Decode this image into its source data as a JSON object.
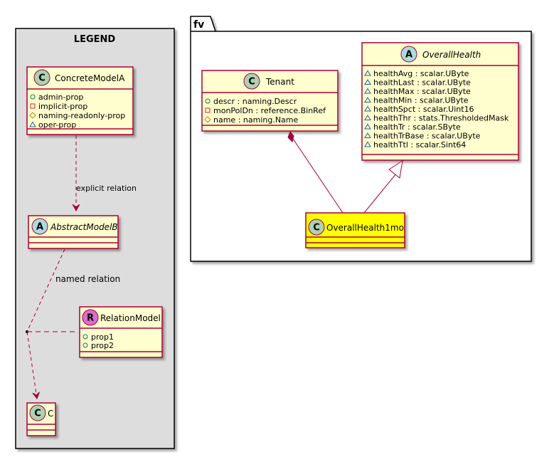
{
  "legend": {
    "title": "LEGEND",
    "concrete_model": {
      "stereo": "C",
      "name": "ConcreteModelA",
      "attributes": [
        {
          "vis": "public",
          "text": "admin-prop"
        },
        {
          "vis": "private",
          "text": "implicit-prop"
        },
        {
          "vis": "protected",
          "text": "naming-readonly-prop"
        },
        {
          "vis": "package",
          "text": "oper-prop"
        }
      ]
    },
    "abstract_model": {
      "stereo": "A",
      "name": "AbstractModelB"
    },
    "relation_model": {
      "stereo": "R",
      "name": "RelationModel",
      "attributes": [
        {
          "vis": "public",
          "text": "prop1"
        },
        {
          "vis": "public",
          "text": "prop2"
        }
      ]
    },
    "class_c": {
      "stereo": "C",
      "name": "C"
    },
    "explicit_relation_label": "explicit relation",
    "named_relation_label": "named relation"
  },
  "package": {
    "name": "fv",
    "tenant": {
      "stereo": "C",
      "name": "Tenant",
      "attributes": [
        {
          "vis": "public",
          "text": "descr : naming.Descr"
        },
        {
          "vis": "private",
          "text": "monPolDn : reference.BinRef"
        },
        {
          "vis": "protected",
          "text": "name : naming.Name"
        }
      ]
    },
    "overall_health": {
      "stereo": "A",
      "name": "OverallHealth",
      "attributes": [
        {
          "vis": "package",
          "text": "healthAvg : scalar.UByte"
        },
        {
          "vis": "package",
          "text": "healthLast : scalar.UByte"
        },
        {
          "vis": "package",
          "text": "healthMax : scalar.UByte"
        },
        {
          "vis": "package",
          "text": "healthMin : scalar.UByte"
        },
        {
          "vis": "package",
          "text": "healthSpct : scalar.Uint16"
        },
        {
          "vis": "package",
          "text": "healthThr : stats.ThresholdedMask"
        },
        {
          "vis": "package",
          "text": "healthTr : scalar.SByte"
        },
        {
          "vis": "package",
          "text": "healthTrBase : scalar.UByte"
        },
        {
          "vis": "package",
          "text": "healthTtl : scalar.Sint64"
        }
      ]
    },
    "overall_health_1mo": {
      "stereo": "C",
      "name": "OverallHealth1mo"
    }
  },
  "colors": {
    "class_fill": "#FEFECE",
    "class_border": "#A80036",
    "highlight_fill": "#FFFF00",
    "legend_fill": "#DDDDDD",
    "stereo_c": "#ADD1B2",
    "stereo_a": "#A9DCDF",
    "stereo_r": "#D86FCB"
  }
}
